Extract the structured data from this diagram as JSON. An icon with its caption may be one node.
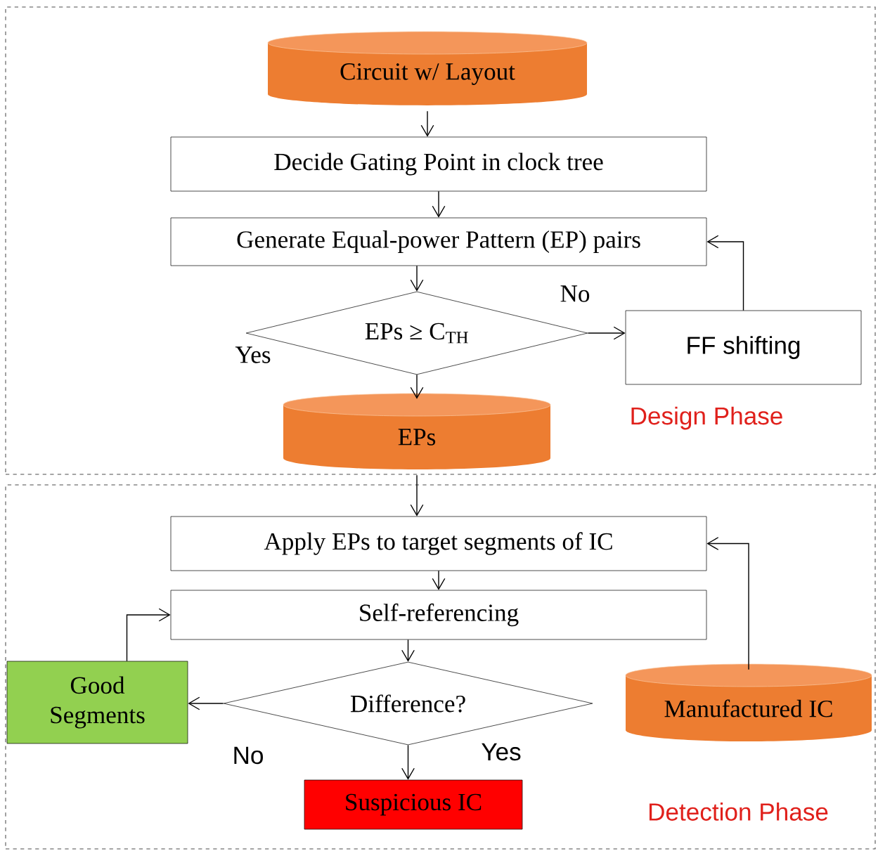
{
  "diagram": {
    "nodes": [
      {
        "text": [
          "Design Phase"
        ]
      },
      {
        "text": [
          "Circuit w/ Layout"
        ],
        "in": 0
      },
      {
        "text": [
          "Decide Gating Point in clock tree"
        ],
        "in": 0
      },
      {
        "text": [
          "Generate Equal-power Pattern (EP) pairs"
        ],
        "in": 0
      },
      {
        "text": [
          "EPs ≥ C$_{TH}$"
        ],
        "in": 0
      },
      {
        "text": [
          "FF shifting"
        ],
        "in": 0
      },
      {
        "text": [
          "EPs"
        ],
        "in": 0
      },
      {
        "text": [
          "Detection Phase"
        ]
      },
      {
        "text": [
          "Apply EPs to target segments of IC"
        ],
        "in": 7
      },
      {
        "text": [
          "Self-referencing"
        ],
        "in": 7
      },
      {
        "text": [
          "Good Segments"
        ],
        "in": 7
      },
      {
        "text": [
          "Difference?"
        ],
        "in": 7
      },
      {
        "text": [
          "Manufactured IC"
        ],
        "in": 7
      },
      {
        "text": [
          "Suspicious IC"
        ],
        "in": 7
      }
    ],
    "edges": [
      {
        "from": 1,
        "to": 2,
        "arrow": "to"
      },
      {
        "from": 2,
        "to": 3,
        "arrow": "to"
      },
      {
        "from": 3,
        "to": 4,
        "arrow": "to"
      },
      {
        "from": 4,
        "to": 5,
        "arrow": "to"
      },
      {
        "from": 5,
        "to": 3,
        "arrow": "to"
      },
      {
        "from": 4,
        "to": 6,
        "arrow": "to"
      },
      {
        "from": 6,
        "to": 8,
        "arrow": "to"
      },
      {
        "from": 8,
        "to": 9,
        "arrow": "to"
      },
      {
        "from": 9,
        "to": 11,
        "arrow": "to"
      },
      {
        "from": 11,
        "to": 10,
        "arrow": "to"
      },
      {
        "from": 10,
        "to": 9,
        "arrow": "to"
      },
      {
        "from": 11,
        "to": 13,
        "arrow": "to"
      },
      {
        "from": 12,
        "to": 8,
        "arrow": "to"
      }
    ],
    "labels": [
      "No",
      "Yes",
      "No",
      "Yes"
    ]
  }
}
